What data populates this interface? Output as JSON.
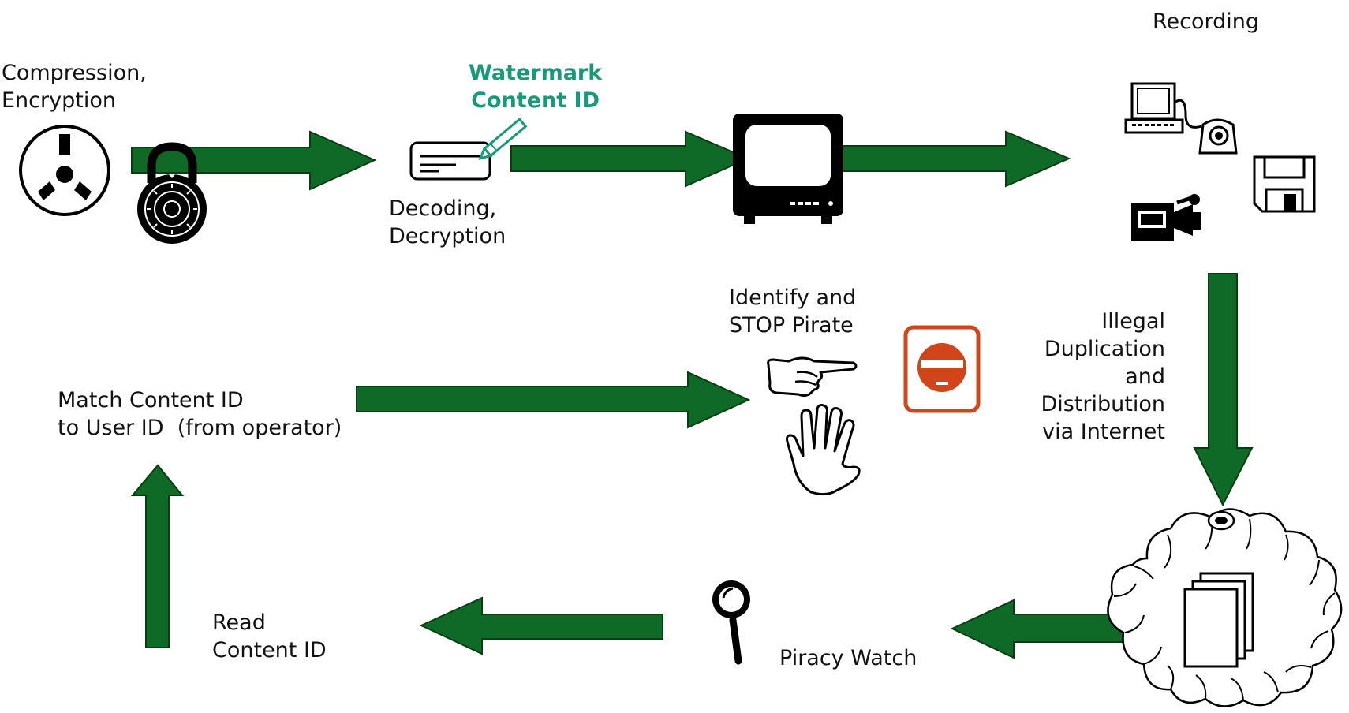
{
  "colors": {
    "arrow_fill": "#0e6a26",
    "arrow_stroke": "#0a3d12",
    "watermark_text": "#179a78",
    "pirate_badge": "#d24419"
  },
  "labels": {
    "compression": "Compression,\nEncryption",
    "watermark": "Watermark\nContent ID",
    "decoding": "Decoding,\nDecryption",
    "recording": "Recording",
    "identify": "Identify and\nSTOP Pirate",
    "illegal": "Illegal\nDuplication\nand\nDistribution\nvia Internet",
    "match": "Match Content ID\nto User ID  (from operator)",
    "read": "Read\nContent ID",
    "piracy_watch": "Piracy Watch"
  },
  "icons": {
    "source": "radiation-disc-icon",
    "lock": "combination-lock-icon",
    "card": "smart-card-pen-icon",
    "tv": "television-icon",
    "computer": "computer-icon",
    "camera": "video-camera-icon",
    "disk": "floppy-disk-icon",
    "pirate": "pirate-face-icon",
    "pointing_hand": "pointing-hand-icon",
    "stop_hand": "stop-hand-icon",
    "magnifier": "magnifying-glass-icon",
    "cloud": "internet-cloud-icon",
    "documents": "documents-icon"
  }
}
